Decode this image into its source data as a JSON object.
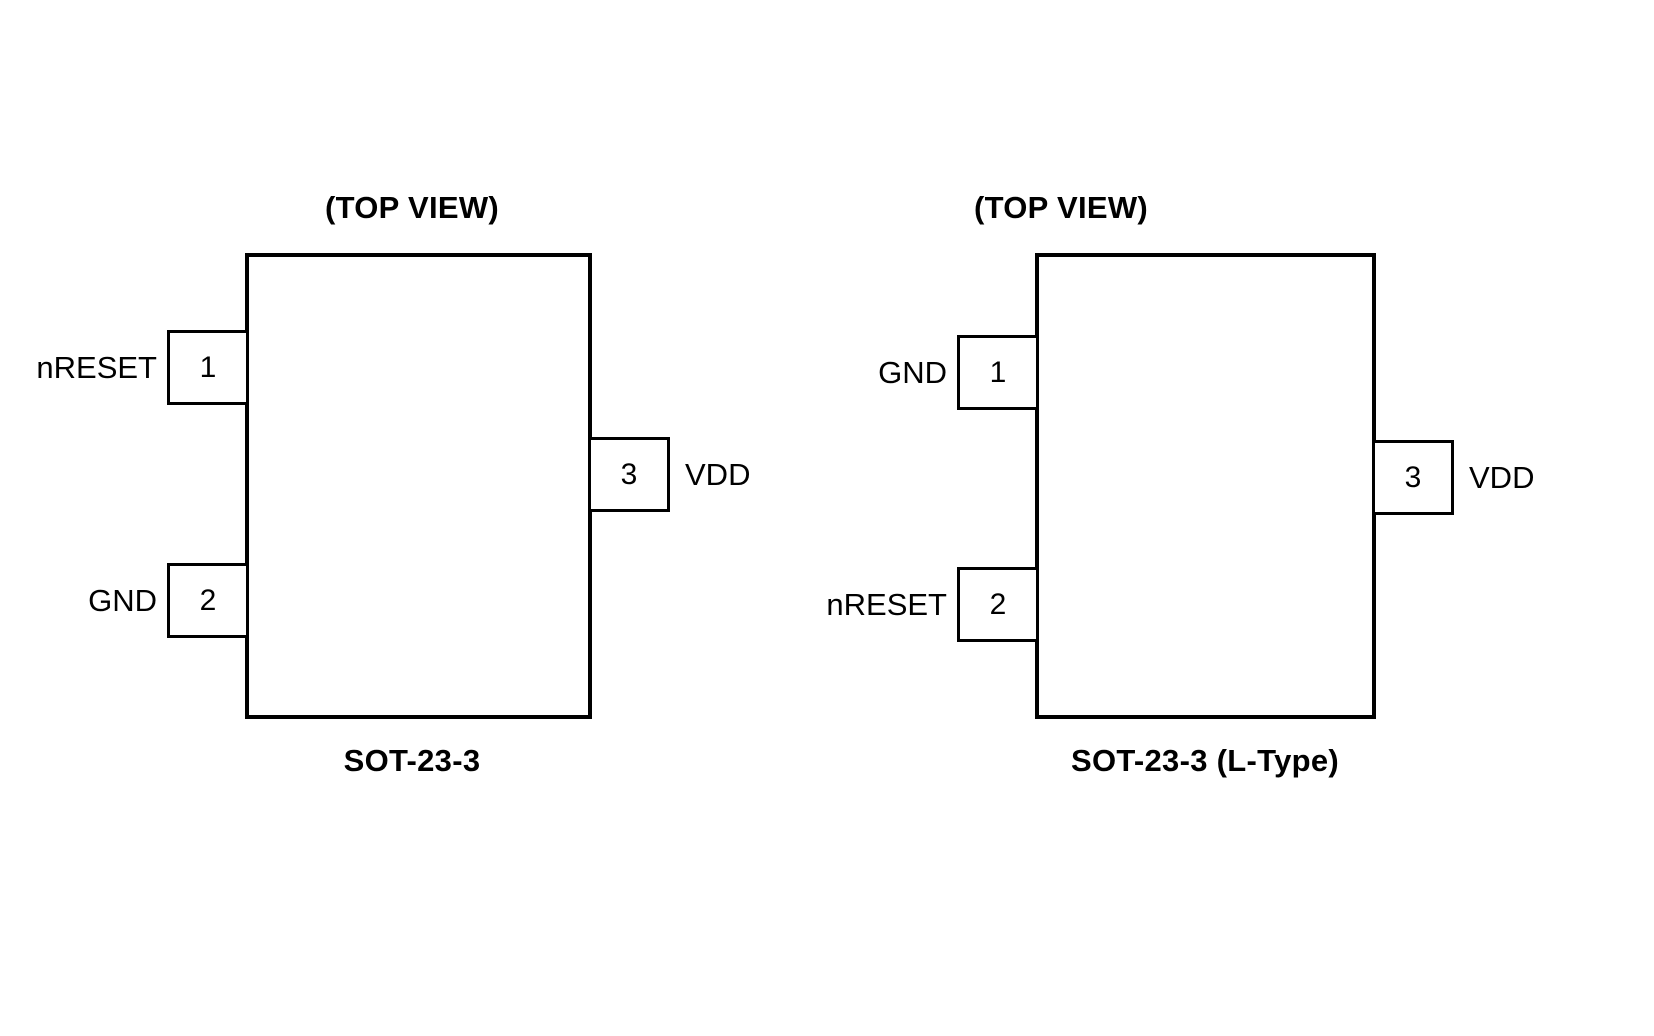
{
  "diagram": {
    "title_text": "(TOP VIEW)",
    "line_color": "#000000",
    "background_color": "#ffffff"
  },
  "packages": [
    {
      "id": "sot-23-3",
      "view_title": "(TOP VIEW)",
      "name": "SOT-23-3",
      "pins": [
        {
          "number": "1",
          "signal": "nRESET",
          "side": "left"
        },
        {
          "number": "2",
          "signal": "GND",
          "side": "left"
        },
        {
          "number": "3",
          "signal": "VDD",
          "side": "right"
        }
      ]
    },
    {
      "id": "sot-23-3-l-type",
      "view_title": "(TOP VIEW)",
      "name": "SOT-23-3 (L-Type)",
      "pins": [
        {
          "number": "1",
          "signal": "GND",
          "side": "left"
        },
        {
          "number": "2",
          "signal": "nRESET",
          "side": "left"
        },
        {
          "number": "3",
          "signal": "VDD",
          "side": "right"
        }
      ]
    }
  ]
}
